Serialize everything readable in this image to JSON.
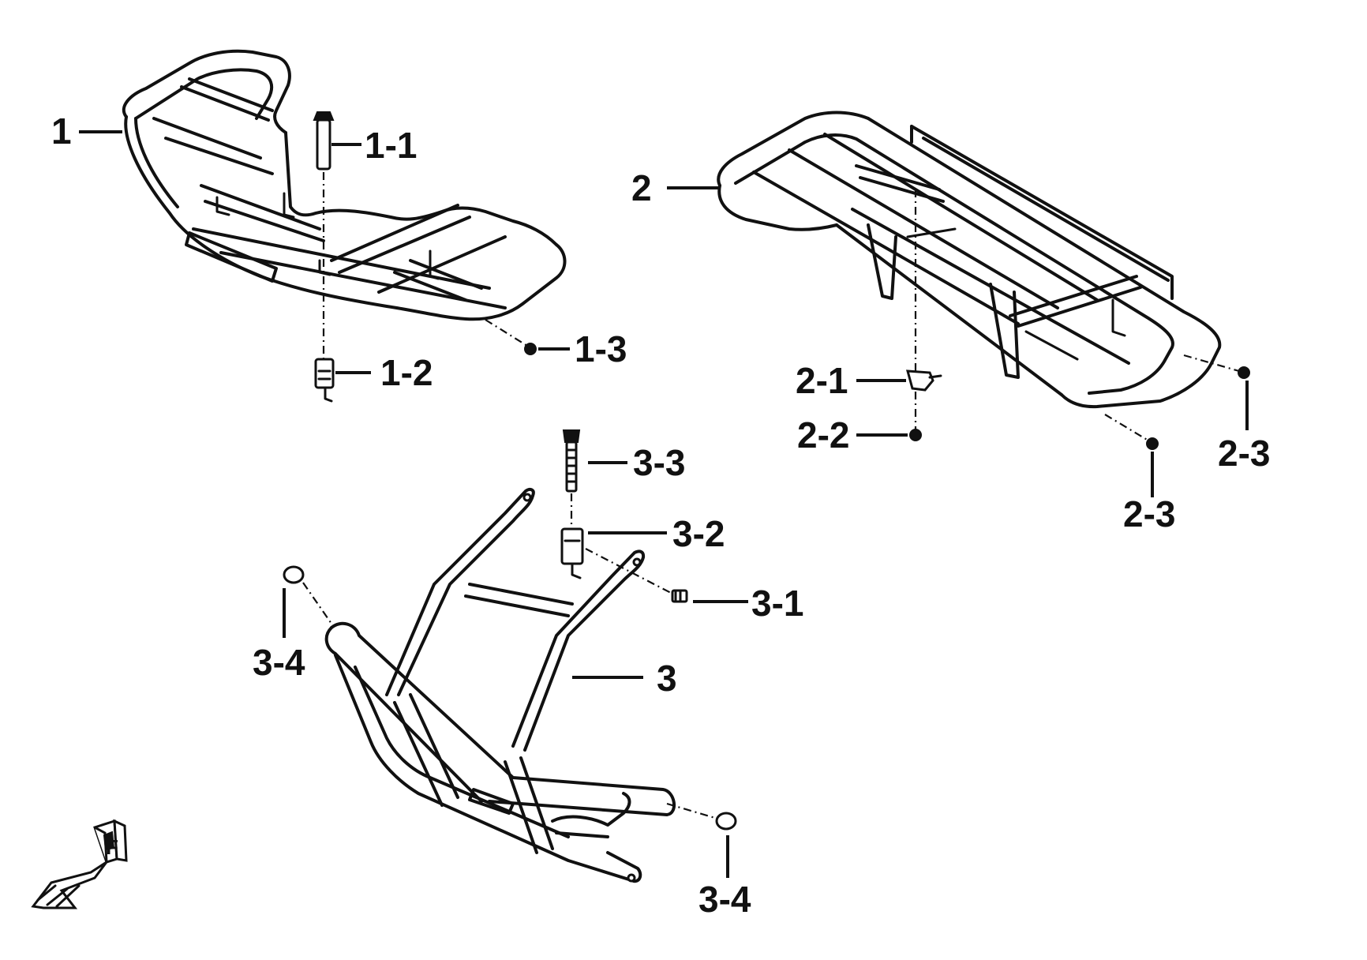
{
  "labels": {
    "p1": "1",
    "p1_1": "1-1",
    "p1_2": "1-2",
    "p1_3": "1-3",
    "p2": "2",
    "p2_1": "2-1",
    "p2_2": "2-2",
    "p2_3a": "2-3",
    "p2_3b": "2-3",
    "p3": "3",
    "p3_1": "3-1",
    "p3_2": "3-2",
    "p3_3": "3-3",
    "p3_4a": "3-4",
    "p3_4b": "3-4"
  },
  "front_marker": "F",
  "colors": {
    "ink": "#111111",
    "background": "#ffffff"
  }
}
